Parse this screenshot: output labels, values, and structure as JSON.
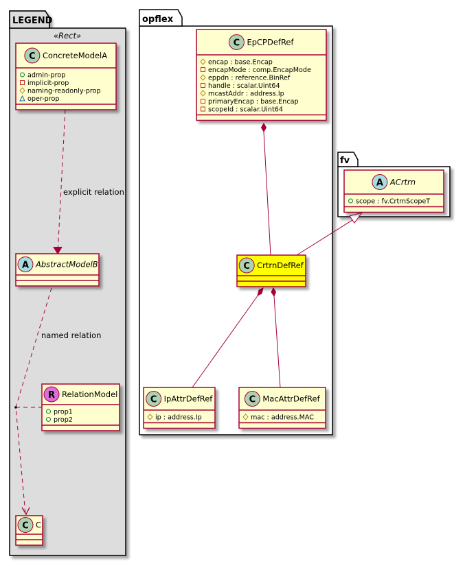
{
  "packages": {
    "legend": {
      "label": "LEGEND",
      "stereotype": "«Rect»"
    },
    "opflex": {
      "label": "opflex"
    },
    "fv": {
      "label": "fv"
    }
  },
  "classes": {
    "concrete_model_a": {
      "badge": "C",
      "name": "ConcreteModelA",
      "attributes": [
        {
          "visibility": "admin",
          "text": "admin-prop"
        },
        {
          "visibility": "implicit",
          "text": "implicit-prop"
        },
        {
          "visibility": "naming",
          "text": "naming-readonly-prop"
        },
        {
          "visibility": "oper",
          "text": "oper-prop"
        }
      ]
    },
    "abstract_model_b": {
      "badge": "A",
      "name": "AbstractModelB",
      "attributes": []
    },
    "relation_model": {
      "badge": "R",
      "name": "RelationModel",
      "attributes": [
        {
          "visibility": "admin",
          "text": "prop1"
        },
        {
          "visibility": "admin",
          "text": "prop2"
        }
      ]
    },
    "c": {
      "badge": "C",
      "name": "C",
      "attributes": []
    },
    "ep_cp_def_ref": {
      "badge": "C",
      "name": "EpCPDefRef",
      "attributes": [
        {
          "visibility": "naming",
          "text": "encap : base.Encap"
        },
        {
          "visibility": "implicit",
          "text": "encapMode : comp.EncapMode"
        },
        {
          "visibility": "naming",
          "text": "eppdn : reference.BinRef"
        },
        {
          "visibility": "implicit",
          "text": "handle : scalar.Uint64"
        },
        {
          "visibility": "naming",
          "text": "mcastAddr : address.Ip"
        },
        {
          "visibility": "implicit",
          "text": "primaryEncap : base.Encap"
        },
        {
          "visibility": "implicit",
          "text": "scopeId : scalar.Uint64"
        }
      ]
    },
    "crtrn_def_ref": {
      "badge": "C",
      "name": "CrtrnDefRef",
      "attributes": [],
      "highlight": "#ffff00"
    },
    "ip_attr_def_ref": {
      "badge": "C",
      "name": "IpAttrDefRef",
      "attributes": [
        {
          "visibility": "naming",
          "text": "ip : address.Ip"
        }
      ]
    },
    "mac_attr_def_ref": {
      "badge": "C",
      "name": "MacAttrDefRef",
      "attributes": [
        {
          "visibility": "naming",
          "text": "mac : address.MAC"
        }
      ]
    },
    "a_crtrn": {
      "badge": "A",
      "name": "ACrtrn",
      "attributes": [
        {
          "visibility": "admin",
          "text": "scope : fv.CrtrnScopeT"
        }
      ]
    }
  },
  "relations": {
    "explicit": "explicit relation",
    "named": "named relation"
  },
  "colors": {
    "class_fill": "#fefece",
    "class_border": "#a80036",
    "highlight_fill": "#ffff00",
    "legend_fill": "#dddddd",
    "badge_class": "#add1b2",
    "badge_abstract": "#a9dcdf",
    "badge_relation": "#da70d6",
    "vis_admin": "#038048",
    "vis_implicit": "#c82930",
    "vis_naming": "#b38d22",
    "vis_oper": "#1963a0"
  }
}
